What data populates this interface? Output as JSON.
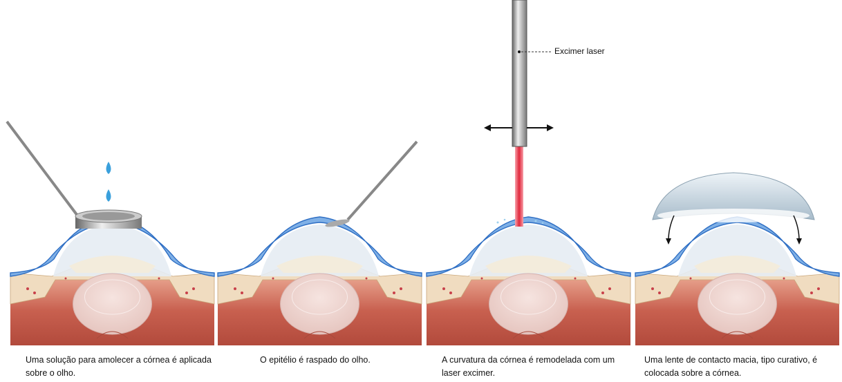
{
  "captions": [
    "Uma solução para amolecer a córnea é aplicada sobre o olho.",
    "O epitélio é raspado do olho.",
    "A curvatura da córnea é remodelada com um laser excimer.",
    "Uma lente de contacto macia, tipo curativo, é colocada sobre a córnea."
  ],
  "labels": {
    "laser": "Excimer laser"
  },
  "colors": {
    "cornea": "#2f6fc4",
    "beam": "#e0283c",
    "tissue": "#c8604f",
    "drop": "#3aa0dc"
  }
}
